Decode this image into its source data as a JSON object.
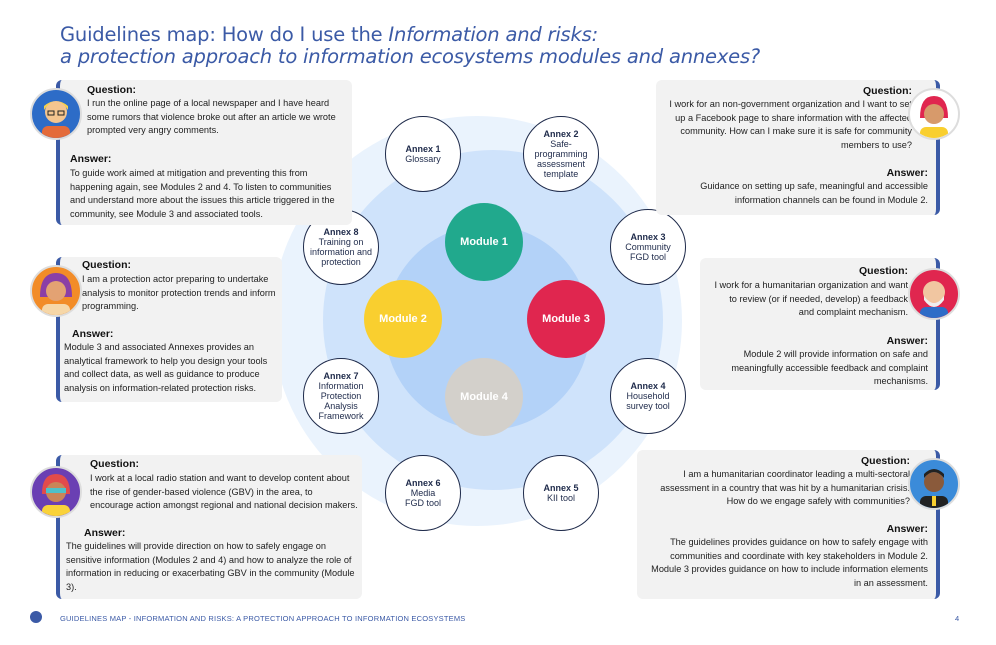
{
  "title": {
    "line1_plain": "Guidelines map: How do I use the ",
    "line1_italic": "Information and risks:",
    "line2_italic": "a protection approach to information ecosystems modules and annexes?"
  },
  "modules": [
    {
      "label": "Module 1",
      "color": "#21a98d"
    },
    {
      "label": "Module 2",
      "color": "#f9cf2f"
    },
    {
      "label": "Module 3",
      "color": "#e0264f"
    },
    {
      "label": "Module 4",
      "color": "#d3d0cb"
    }
  ],
  "annexes": [
    {
      "title": "Annex 1",
      "desc": "Glossary"
    },
    {
      "title": "Annex 2",
      "desc": "Safe-programming assessment template"
    },
    {
      "title": "Annex 3",
      "desc": "Community FGD tool"
    },
    {
      "title": "Annex 4",
      "desc": "Household survey tool"
    },
    {
      "title": "Annex 5",
      "desc": "KII tool"
    },
    {
      "title": "Annex 6",
      "desc": "Media FGD tool"
    },
    {
      "title": "Annex 7",
      "desc": "Information Protection Analysis Framework"
    },
    {
      "title": "Annex 8",
      "desc": "Training on information and protection"
    }
  ],
  "cards": [
    {
      "question_heading": "Question:",
      "question": "I run the online page of a local newspaper and I have heard some rumors that violence broke out after an article we wrote prompted very angry comments.",
      "answer_heading": "Answer:",
      "answer": "To guide work aimed at mitigation and preventing this from happening again, see Modules 2 and 4. To listen to communities and understand more about the issues this article triggered in the community, see Module 3 and associated tools."
    },
    {
      "question_heading": "Question:",
      "question": "I am a protection actor preparing to undertake analysis to monitor protection trends and inform programming.",
      "answer_heading": "Answer:",
      "answer": "Module 3 and associated Annexes provides an analytical framework to help you design your tools and collect data, as well as guidance to produce analysis on information-related protection risks."
    },
    {
      "question_heading": "Question:",
      "question": "I work at a local radio station and want to develop content about the rise of gender-based violence (GBV) in the area, to encourage action amongst regional and national decision makers.",
      "answer_heading": "Answer:",
      "answer": "The guidelines will provide direction on how to safely engage on sensitive information (Modules 2 and 4) and how to analyze the role of information in reducing or exacerbating GBV in the community (Module 3)."
    },
    {
      "question_heading": "Question:",
      "question": "I work for an non-government organization and I want to set up a Facebook page to share information with the affected community. How can I make sure it is safe for community members to use?",
      "answer_heading": "Answer:",
      "answer": "Guidance on setting up safe, meaningful and accessible information channels can be found in Module 2."
    },
    {
      "question_heading": "Question:",
      "question": "I work for a humanitarian organization and want to review (or if needed, develop) a feedback and complaint mechanism.",
      "answer_heading": "Answer:",
      "answer": "Module 2 will provide information on safe and meaningfully accessible feedback and complaint mechanisms."
    },
    {
      "question_heading": "Question:",
      "question": "I am a humanitarian coordinator leading a multi-sectoral assessment in a country that was hit by a humanitarian crisis. How do we engage safely with communities?",
      "answer_heading": "Answer:",
      "answer": "The guidelines provides guidance on how to safely engage with communities and coordinate with key stakeholders in Module 2. Module 3 provides guidance on how to include information elements in an assessment."
    }
  ],
  "footer": "GUIDELINES MAP - INFORMATION AND RISKS: A PROTECTION APPROACH TO INFORMATION ECOSYSTEMS",
  "page_number": "4",
  "colors": {
    "accent": "#3b5aa6",
    "card_bg": "#f2f2f2",
    "outer_ring": "#eaf3fd",
    "mid_ring": "#cfe3fb",
    "inner_ring": "#b3d2f8"
  }
}
